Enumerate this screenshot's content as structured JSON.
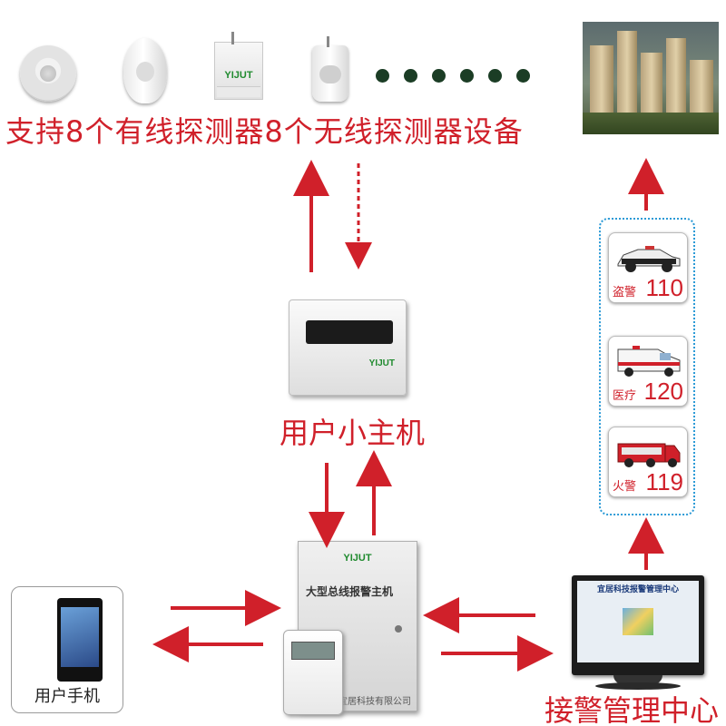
{
  "diagram": {
    "top_caption": "支持8个有线探测器8个无线探测器设备",
    "user_host_caption": "用户小主机",
    "user_phone_caption": "用户手机",
    "center_caption": "接警管理中心",
    "brand": "YIJUT",
    "alarm_host_title": "大型总线报警主机",
    "alarm_host_company": "宜居科技有限公司",
    "monitor_title": "宜居科技报警管理中心",
    "emergency": [
      {
        "label": "盗警",
        "number": "110"
      },
      {
        "label": "医疗",
        "number": "120"
      },
      {
        "label": "火警",
        "number": "119"
      }
    ]
  },
  "colors": {
    "accent": "#d0202a",
    "border_dotted": "#2b9ad6",
    "brand_green": "#1f8a2e"
  },
  "icons": [
    "ceiling-detector-icon",
    "pir-detector-icon",
    "door-sensor-icon",
    "wireless-pir-icon",
    "buildings-photo",
    "police-car-icon",
    "ambulance-icon",
    "fire-truck-icon",
    "control-panel-icon",
    "alarm-host-icon",
    "mobile-phone-icon",
    "monitor-icon"
  ]
}
